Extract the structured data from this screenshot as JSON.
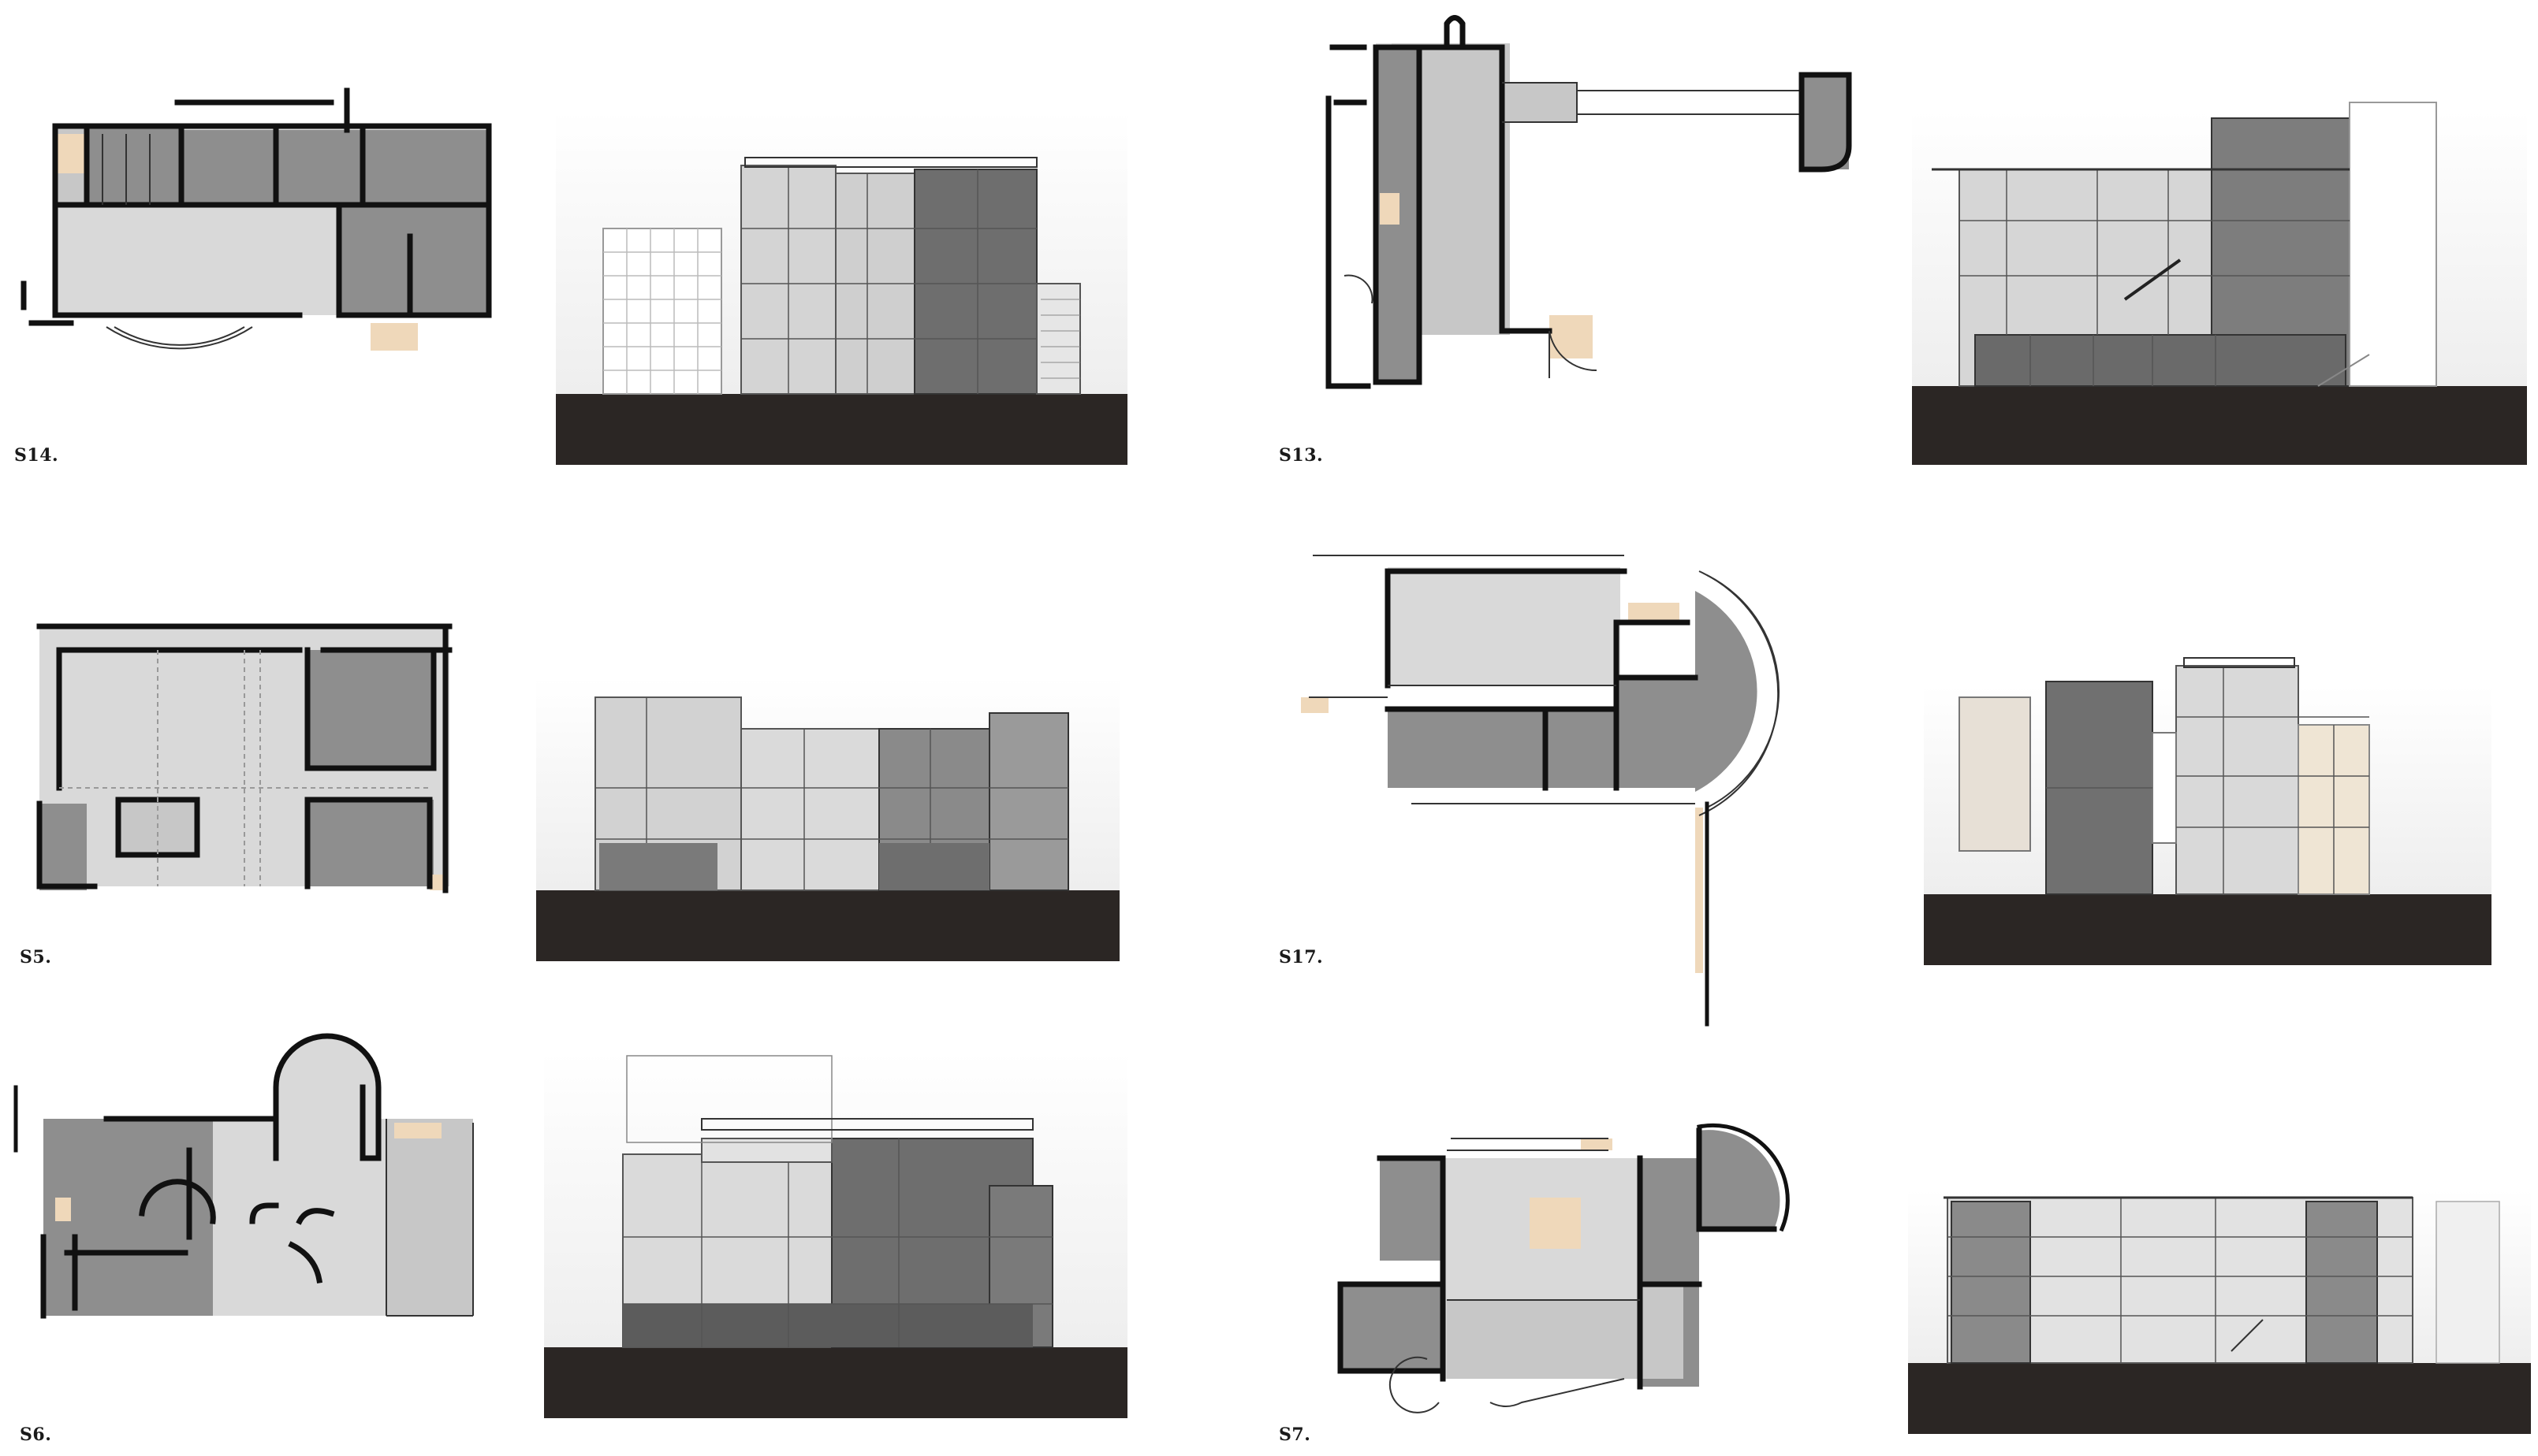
{
  "figure": {
    "background": "#ffffff",
    "colors": {
      "wall": "#111111",
      "dark_zone": "#8e8e8e",
      "mid_zone": "#c7c7c7",
      "light_zone": "#d9d9d9",
      "accent_zone": "#efd8ba",
      "ground": "#2b2624",
      "glass_blue": "#6f8ea3"
    },
    "panels": [
      {
        "id": "s14",
        "caption": "S14."
      },
      {
        "id": "s13",
        "caption": "S13."
      },
      {
        "id": "s5",
        "caption": "S5."
      },
      {
        "id": "s17",
        "caption": "S17."
      },
      {
        "id": "s6",
        "caption": "S6."
      },
      {
        "id": "s7",
        "caption": "S7."
      }
    ]
  }
}
